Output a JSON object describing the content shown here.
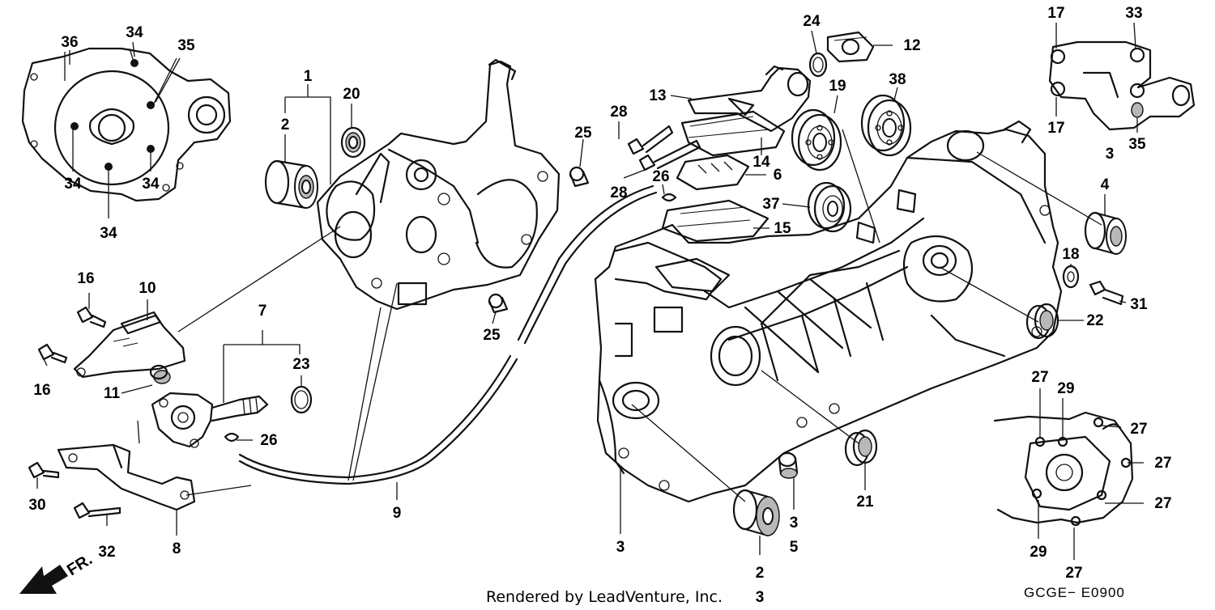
{
  "diagram": {
    "labels": [
      {
        "id": "l1",
        "text": "1"
      },
      {
        "id": "l2a",
        "text": "2"
      },
      {
        "id": "l20",
        "text": "20"
      },
      {
        "id": "l36",
        "text": "36"
      },
      {
        "id": "l34a",
        "text": "34"
      },
      {
        "id": "l35a",
        "text": "35"
      },
      {
        "id": "l34b",
        "text": "34"
      },
      {
        "id": "l34c",
        "text": "34"
      },
      {
        "id": "l34d",
        "text": "34"
      },
      {
        "id": "l25a",
        "text": "25"
      },
      {
        "id": "l25b",
        "text": "25"
      },
      {
        "id": "l28a",
        "text": "28"
      },
      {
        "id": "l28b",
        "text": "28"
      },
      {
        "id": "l26a",
        "text": "26"
      },
      {
        "id": "l13",
        "text": "13"
      },
      {
        "id": "l24",
        "text": "24"
      },
      {
        "id": "l12",
        "text": "12"
      },
      {
        "id": "l19",
        "text": "19"
      },
      {
        "id": "l38",
        "text": "38"
      },
      {
        "id": "l14",
        "text": "14"
      },
      {
        "id": "l6",
        "text": "6"
      },
      {
        "id": "l37",
        "text": "37"
      },
      {
        "id": "l15",
        "text": "15"
      },
      {
        "id": "l17a",
        "text": "17"
      },
      {
        "id": "l33",
        "text": "33"
      },
      {
        "id": "l17b",
        "text": "17"
      },
      {
        "id": "l35b",
        "text": "35"
      },
      {
        "id": "l3a",
        "text": "3"
      },
      {
        "id": "l4",
        "text": "4"
      },
      {
        "id": "l18",
        "text": "18"
      },
      {
        "id": "l31",
        "text": "31"
      },
      {
        "id": "l22",
        "text": "22"
      },
      {
        "id": "l16a",
        "text": "16"
      },
      {
        "id": "l10",
        "text": "10"
      },
      {
        "id": "l16b",
        "text": "16"
      },
      {
        "id": "l11",
        "text": "11"
      },
      {
        "id": "l7",
        "text": "7"
      },
      {
        "id": "l23",
        "text": "23"
      },
      {
        "id": "l26b",
        "text": "26"
      },
      {
        "id": "l30",
        "text": "30"
      },
      {
        "id": "l32",
        "text": "32"
      },
      {
        "id": "l8",
        "text": "8"
      },
      {
        "id": "l9",
        "text": "9"
      },
      {
        "id": "l3b",
        "text": "3"
      },
      {
        "id": "l2b",
        "text": "2"
      },
      {
        "id": "l3c",
        "text": "3"
      },
      {
        "id": "l5",
        "text": "5"
      },
      {
        "id": "l21",
        "text": "21"
      },
      {
        "id": "l27a",
        "text": "27"
      },
      {
        "id": "l29a",
        "text": "29"
      },
      {
        "id": "l27b",
        "text": "27"
      },
      {
        "id": "l27c",
        "text": "27"
      },
      {
        "id": "l27d",
        "text": "27"
      },
      {
        "id": "l29b",
        "text": "29"
      },
      {
        "id": "l27e",
        "text": "27"
      },
      {
        "id": "l3d",
        "text": "3"
      }
    ],
    "footer": "Rendered by LeadVenture, Inc.",
    "drawing_code": "GCGE− E0900",
    "direction_marker": "FR."
  }
}
